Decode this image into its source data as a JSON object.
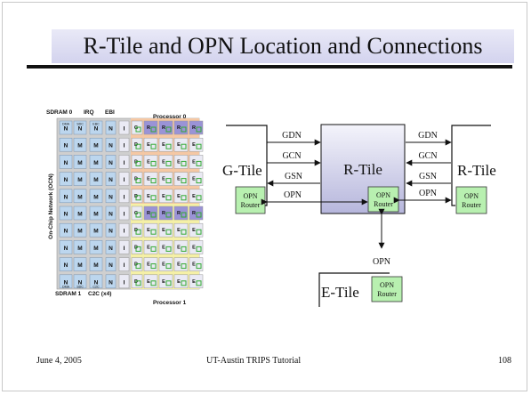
{
  "slide": {
    "title": "R-Tile and OPN Location and Connections",
    "footer_date": "June 4, 2005",
    "footer_center": "UT-Austin TRIPS Tutorial",
    "footer_page": "108"
  },
  "chip_figure": {
    "top_labels": [
      "SDRAM 0",
      "IRQ",
      "EBI"
    ],
    "processor0_label": "Processor 0",
    "processor1_label": "Processor 1",
    "bottom_labels": [
      "SDRAM 1",
      "C2C (x4)"
    ],
    "side_label": "On-Chip Network (OCN)",
    "top_small_labels": [
      "DMA",
      "SDC",
      "EBC"
    ],
    "bottom_small_labels": [
      "DMA",
      "SDC",
      "C2C"
    ],
    "row_mem_labels": [
      "N",
      "M",
      "M",
      "N"
    ],
    "row_first_tile_labels": [
      "N",
      "N",
      "N",
      "N"
    ],
    "io_label": "I",
    "g_label": "G",
    "d_label": "D",
    "r_label": "R",
    "e_label": "E",
    "colors": {
      "mem_tile": "#bcd6ee",
      "proc_tile": "#eaeaf4",
      "proc0_bg": "#f5c8a4",
      "proc1_bg": "#f5f0a6",
      "green_square": "#33aa33",
      "purple_tile": "#9a93d6"
    }
  },
  "diagram": {
    "gtile_label": "G-Tile",
    "rtile_label": "R-Tile",
    "rtile_right_label": "R-Tile",
    "etile_label": "E-Tile",
    "opn_router_line1": "OPN",
    "opn_router_line2": "Router",
    "left_links": [
      "GDN",
      "GCN",
      "GSN",
      "OPN"
    ],
    "right_links": [
      "GDN",
      "GCN",
      "GSN",
      "OPN"
    ],
    "vertical_link": "OPN",
    "colors": {
      "router_fill": "#b8f0b0",
      "rtile_top": "#f4f4fb",
      "rtile_bottom": "#b6b6dc"
    }
  }
}
